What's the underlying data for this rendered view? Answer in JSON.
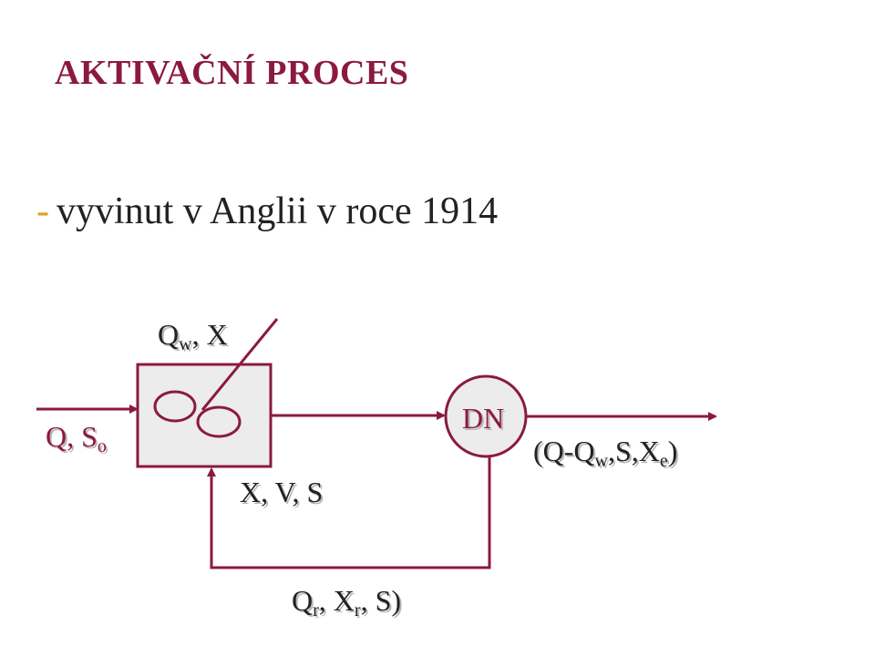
{
  "slide": {
    "title": "AKTIVAČNÍ PROCES",
    "bullet_dash": "-",
    "bullet_text": "vyvinut v Anglii v roce 1914"
  },
  "diagram": {
    "waste_label": {
      "main": "Q",
      "sub": "w",
      "tail": ", X"
    },
    "inflow_label": {
      "main": "Q, S",
      "sub": "o"
    },
    "tank_label": "X, V, S",
    "clarifier_label": "DN",
    "outflow_label": {
      "p1": "(Q-Q",
      "sub1": "w",
      "p2": ",S,X",
      "sub2": "e",
      "p3": ")"
    },
    "return_label": {
      "p1": "Q",
      "sub1": "r",
      "p2": ", X",
      "sub2": "r",
      "p3": ", S)"
    }
  },
  "colors": {
    "title": "#8b1a3f",
    "lines": "#8b1a3f",
    "tank_fill": "#ececec",
    "bullet_dash": "#e0a020"
  }
}
